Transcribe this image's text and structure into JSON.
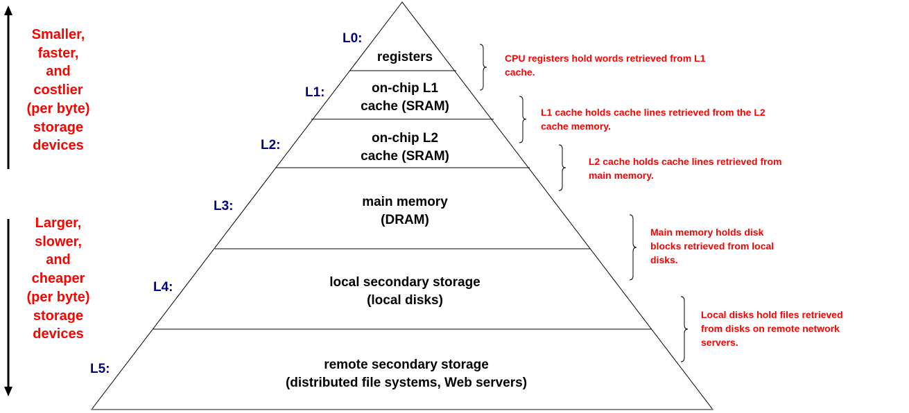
{
  "left_annotations": {
    "top": {
      "text": "Smaller,\nfaster,\nand\ncostlier\n(per byte)\nstorage\ndevices",
      "arrow_direction": "up"
    },
    "bottom": {
      "text": "Larger,\nslower,\nand\ncheaper\n(per byte)\nstorage\ndevices",
      "arrow_direction": "down"
    }
  },
  "pyramid": {
    "levels": [
      {
        "label": "L0:",
        "name": "registers",
        "note": "CPU registers hold words retrieved from L1\ncache."
      },
      {
        "label": "L1:",
        "name": "on-chip L1\ncache (SRAM)",
        "note": "L1 cache holds cache lines retrieved from the L2\ncache memory."
      },
      {
        "label": "L2:",
        "name": "on-chip L2\ncache (SRAM)",
        "note": "L2 cache holds cache lines retrieved from\nmain memory."
      },
      {
        "label": "L3:",
        "name": "main memory\n(DRAM)",
        "note": "Main memory holds disk\nblocks retrieved from local\ndisks."
      },
      {
        "label": "L4:",
        "name": "local secondary storage\n(local disks)",
        "note": "Local disks hold files retrieved\nfrom disks on remote network\nservers."
      },
      {
        "label": "L5:",
        "name": "remote secondary storage\n(distributed file systems, Web servers)"
      }
    ]
  },
  "colors": {
    "annotation": "#ff0000",
    "level_label": "#00007f",
    "lines": "#000000"
  }
}
